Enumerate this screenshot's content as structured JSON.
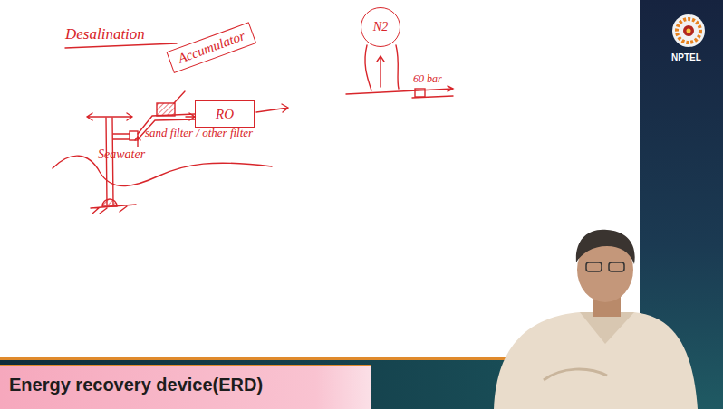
{
  "diagram": {
    "caption": "Energy recovery device(ERD)",
    "nodes": [
      {
        "text": [
          "Accumulator"
        ]
      },
      {
        "text": [
          "RO"
        ]
      },
      {
        "text": [
          "N2"
        ]
      }
    ],
    "labels": [
      "Desalination",
      "sand filter / other filter",
      "Seawater",
      "60 bar",
      "NPTEL"
    ]
  }
}
